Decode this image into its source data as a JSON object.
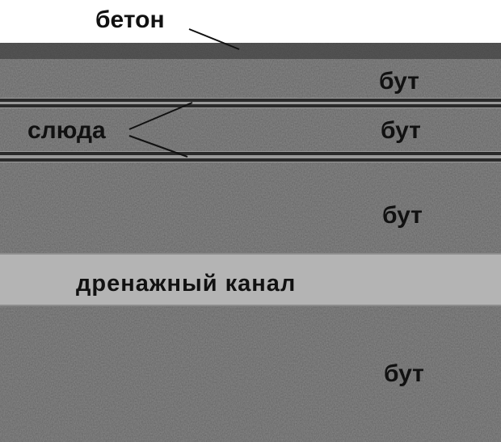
{
  "labels": {
    "concrete": "бетон",
    "rubble_1": "бут",
    "rubble_2": "бут",
    "rubble_3": "бут",
    "rubble_4": "бут",
    "mica": "слюда",
    "drain_channel": "дренажный канал"
  },
  "colors": {
    "background": "#ffffff",
    "concrete": "#5a5a5a",
    "rubble": "#858585",
    "mica": "#2e2e2e",
    "drain_channel": "#b3b3b3",
    "text": "#111111",
    "leader_line": "#111111"
  }
}
